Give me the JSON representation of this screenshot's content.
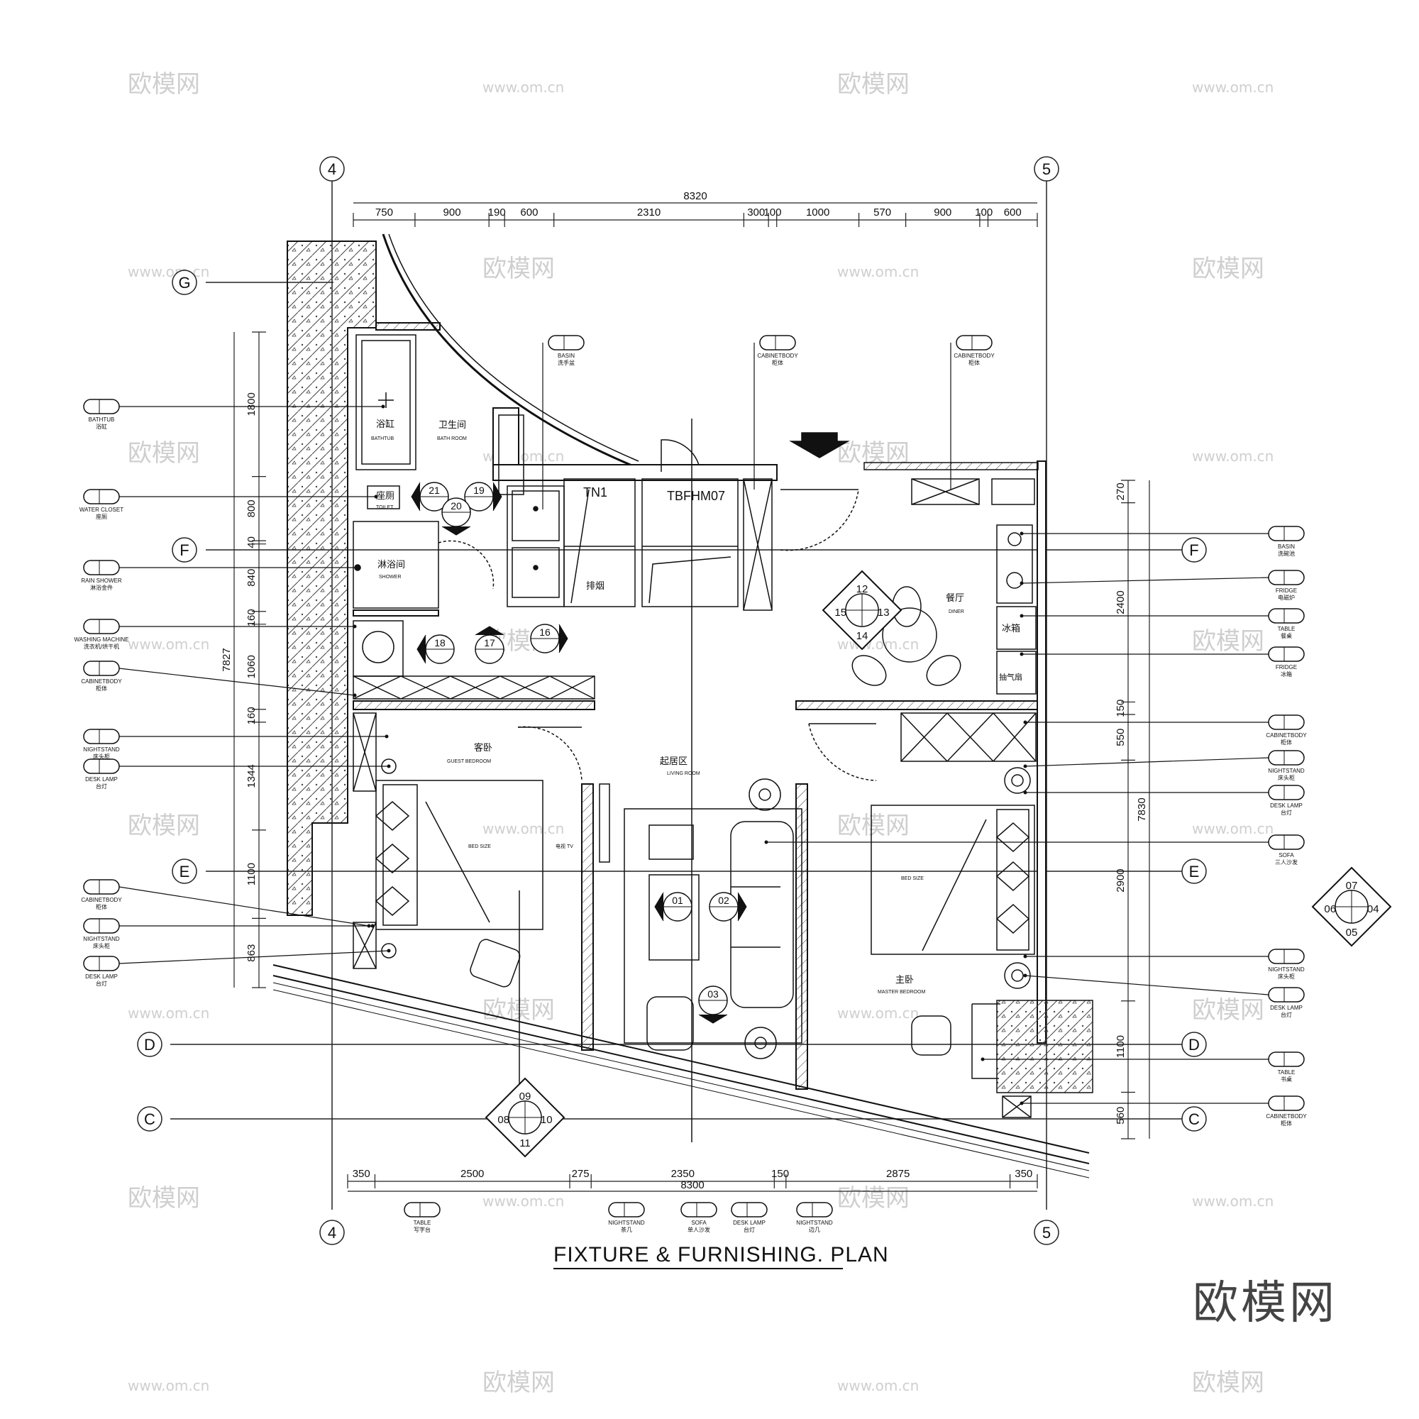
{
  "title": "FIXTURE & FURNISHING. PLAN",
  "watermark": {
    "cn": "欧模网",
    "url": "www.om.cn",
    "url_short": "om.cn"
  },
  "logo_text": "欧模网",
  "grid_axes": [
    "4",
    "5",
    "G",
    "F",
    "E",
    "D",
    "C"
  ],
  "dimensions": {
    "top_total": "8320",
    "top_segments": [
      "750",
      "900",
      "190",
      "600",
      "2310",
      "300",
      "100",
      "1000",
      "570",
      "900",
      "100",
      "600"
    ],
    "bottom_total": "8300",
    "bottom_segments": [
      "350",
      "2500",
      "275",
      "2350",
      "150",
      "2875",
      "350"
    ],
    "left_total": "7827",
    "left_segments": [
      "1800",
      "800",
      "40",
      "840",
      "160",
      "1060",
      "160",
      "1344",
      "1100",
      "863"
    ],
    "right_total": "7830",
    "right_segments": [
      "270",
      "2400",
      "150",
      "550",
      "2900",
      "1100",
      "560"
    ]
  },
  "rooms": {
    "bath": {
      "cn": "卫生间",
      "en": "BATH ROOM"
    },
    "tub": {
      "cn": "浴缸",
      "en": "BATHTUB"
    },
    "toilet": {
      "cn": "座厕",
      "en": "TOILET"
    },
    "shower": {
      "cn": "淋浴间",
      "en": "SHOWER"
    },
    "guest": {
      "cn": "客卧",
      "en": "GUEST BEDROOM"
    },
    "living": {
      "cn": "起居区",
      "en": "LIVING ROOM"
    },
    "dining": {
      "cn": "餐厅",
      "en": "DINER"
    },
    "master": {
      "cn": "主卧",
      "en": "MASTER BEDROOM"
    },
    "duct": {
      "cn": "排烟"
    },
    "tn1": "TN1",
    "tbfhm": "TBFHM07",
    "fridge": "冰箱",
    "hood": "抽气扇",
    "bed_guest": "BED SIZE",
    "bed_master": "BED SIZE",
    "tv": "电视\nTV"
  },
  "tags_left": [
    {
      "en": "BATHTUB",
      "cn": "浴缸"
    },
    {
      "en": "WATER CLOSET",
      "cn": "座厕"
    },
    {
      "en": "RAIN SHOWER",
      "cn": "淋浴金件"
    },
    {
      "en": "WASHING MACHINE",
      "cn": "洗衣机/烘干机"
    },
    {
      "en": "CABINETBODY",
      "cn": "柜体"
    },
    {
      "en": "NIGHTSTAND",
      "cn": "床头柜"
    },
    {
      "en": "DESK LAMP",
      "cn": "台灯"
    },
    {
      "en": "CABINETBODY",
      "cn": "柜体"
    },
    {
      "en": "NIGHTSTAND",
      "cn": "床头柜"
    },
    {
      "en": "DESK LAMP",
      "cn": "台灯"
    }
  ],
  "tags_right": [
    {
      "en": "BASIN",
      "cn": "洗碗池"
    },
    {
      "en": "FRIDGE",
      "cn": "电磁炉"
    },
    {
      "en": "TABLE",
      "cn": "餐桌"
    },
    {
      "en": "FRIDGE",
      "cn": "冰箱"
    },
    {
      "en": "CABINETBODY",
      "cn": "柜体"
    },
    {
      "en": "NIGHTSTAND",
      "cn": "床头柜"
    },
    {
      "en": "DESK LAMP",
      "cn": "台灯"
    },
    {
      "en": "SOFA",
      "cn": "三人沙发"
    },
    {
      "en": "NIGHTSTAND",
      "cn": "床头柜"
    },
    {
      "en": "DESK LAMP",
      "cn": "台灯"
    },
    {
      "en": "TABLE",
      "cn": "书桌"
    },
    {
      "en": "CABINETBODY",
      "cn": "柜体"
    }
  ],
  "tags_top": [
    {
      "en": "BASIN",
      "cn": "洗手盆"
    },
    {
      "en": "CABINETBODY",
      "cn": "柜体"
    },
    {
      "en": "CABINETBODY",
      "cn": "柜体"
    }
  ],
  "tags_bottom": [
    {
      "en": "TABLE",
      "cn": "写字台"
    },
    {
      "en": "NIGHTSTAND",
      "cn": "茶几"
    },
    {
      "en": "SOFA",
      "cn": "单人沙发"
    },
    {
      "en": "DESK LAMP",
      "cn": "台灯"
    },
    {
      "en": "NIGHTSTAND",
      "cn": "边几"
    }
  ],
  "elevation_markers": [
    {
      "nums": [
        "09",
        "08",
        "10",
        "11"
      ]
    },
    {
      "nums": [
        "07",
        "06",
        "04",
        "05"
      ]
    },
    {
      "nums": [
        "12",
        "15",
        "13",
        "14"
      ]
    },
    {
      "nums": [
        "21",
        "19",
        "20"
      ]
    },
    {
      "nums": [
        "18",
        "17",
        "16"
      ]
    },
    {
      "nums": [
        "01",
        "02",
        "03"
      ]
    }
  ]
}
